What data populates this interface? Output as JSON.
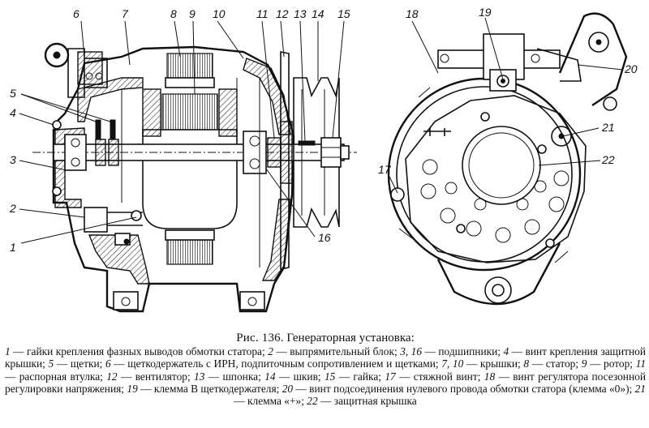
{
  "figure": {
    "callouts": {
      "n1": "1",
      "n2": "2",
      "n3": "3",
      "n4": "4",
      "n5": "5",
      "n6": "6",
      "n7": "7",
      "n8": "8",
      "n9": "9",
      "n10": "10",
      "n11": "11",
      "n12": "12",
      "n13": "13",
      "n14": "14",
      "n15": "15",
      "n16": "16",
      "n17": "17",
      "n18": "18",
      "n19": "19",
      "n20": "20",
      "n21": "21",
      "n22": "22"
    }
  },
  "caption": {
    "number": "Рис. 136",
    "title": ". Генераторная установка:",
    "items": [
      {
        "key": "1",
        "text": " — гайки крепления фазных выводов обмотки статора; "
      },
      {
        "key": "2",
        "text": " — выпрямительный блок; "
      },
      {
        "key": "3, 16",
        "text": " — подшипники; "
      },
      {
        "key": "4",
        "text": " — винт крепления защитной крышки; "
      },
      {
        "key": "5",
        "text": " — щетки; "
      },
      {
        "key": "6",
        "text": " — щеткодержатель с ИРН, подпиточным сопротивлением и щетками; "
      },
      {
        "key": "7, 10",
        "text": " — крышки; "
      },
      {
        "key": "8",
        "text": " — статор; "
      },
      {
        "key": "9",
        "text": " — ротор; "
      },
      {
        "key": "11",
        "text": " — распорная втулка; "
      },
      {
        "key": "12",
        "text": " — вентилятор; "
      },
      {
        "key": "13",
        "text": " — шпонка; "
      },
      {
        "key": "14",
        "text": " — шкив; "
      },
      {
        "key": "15",
        "text": " — гайка; "
      },
      {
        "key": "17",
        "text": " — стяжной винт; "
      },
      {
        "key": "18",
        "text": " — винт регулятора посезонной регулировки напряжения; "
      },
      {
        "key": "19",
        "text": " — клемма В щеткодержателя; "
      },
      {
        "key": "20",
        "text": " — винт подсоединения нулевого провода обмотки статора (клемма «0»); "
      },
      {
        "key": "21",
        "text": " — клемма «+»; "
      },
      {
        "key": "22",
        "text": " — защитная крышка"
      }
    ]
  }
}
